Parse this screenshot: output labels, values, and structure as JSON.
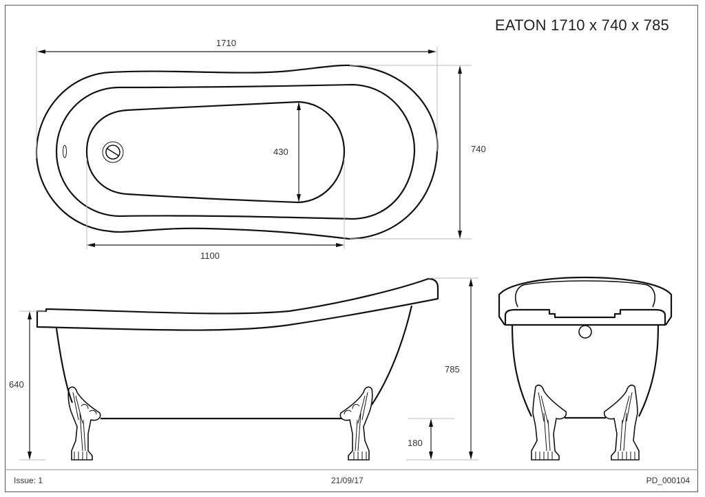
{
  "header": {
    "title": "EATON 1710 x 740 x 785"
  },
  "plan_view": {
    "dimensions": {
      "overall_length": "1710",
      "overall_width": "740",
      "inner_width": "430",
      "inner_length": "1100"
    }
  },
  "side_view": {
    "dimensions": {
      "rim_height_low": "640",
      "overall_height": "785",
      "foot_height": "180"
    }
  },
  "end_view": {},
  "footer": {
    "issue": "Issue: 1",
    "date": "21/09/17",
    "reference": "PD_000104"
  },
  "colors": {
    "line": "#111111",
    "extension_line": "#bbbbbb",
    "border": "#555555",
    "background": "#ffffff"
  }
}
